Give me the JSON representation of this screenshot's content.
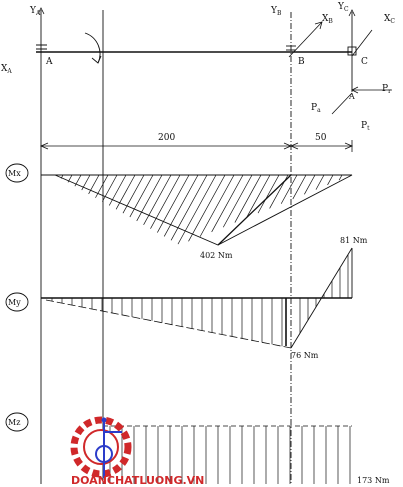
{
  "labels": {
    "ya": "Y",
    "ya_sub": "A",
    "xa": "X",
    "xa_sub": "A",
    "a": "A",
    "yb": "Y",
    "yb_sub": "B",
    "xb": "X",
    "xb_sub": "B",
    "b": "B",
    "yc": "Y",
    "yc_sub": "C",
    "xc": "X",
    "xc_sub": "C",
    "c": "C",
    "pr": "P",
    "pr_sub": "r",
    "pa": "P",
    "pa_sub": "a",
    "pt": "P",
    "pt_sub": "t",
    "gear_pt": "A"
  },
  "dimensions": {
    "span_ab": "200",
    "span_bc": "50"
  },
  "diagram_labels": {
    "mx": "Mx",
    "my": "My",
    "mz": "Mz"
  },
  "values": {
    "mx_max": "402 Nm",
    "my_b": "76 Nm",
    "my_c": "81 Nm",
    "mz": "173 Nm"
  },
  "colors": {
    "line": "#111111",
    "logo_red": "#d0282a",
    "logo_blue": "#2c3cc9"
  },
  "logo": {
    "text": "DOANCHATLUONG.VN"
  }
}
